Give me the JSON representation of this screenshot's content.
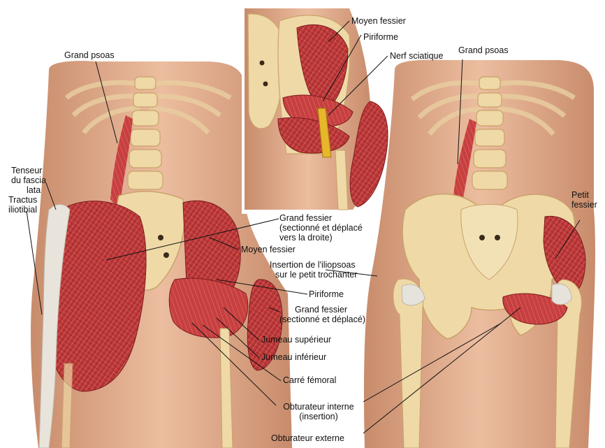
{
  "colors": {
    "skin": "#e6b294",
    "skin_shadow": "#c98d6c",
    "bone": "#efd9a6",
    "bone_shadow": "#cfa86c",
    "muscle": "#c63b3b",
    "muscle_dark": "#8f1f22",
    "tendon": "#e6e2dc",
    "nerve": "#e7b62a",
    "leader": "#111111"
  },
  "labels": {
    "grand_psoas_left": "Grand psoas",
    "grand_psoas_right": "Grand psoas",
    "tenseur_line1": "Tenseur",
    "tenseur_line2": "du fascia",
    "tenseur_line3": "lata",
    "tractus_line1": "Tractus",
    "tractus_line2": "iliotibial",
    "moyen_fessier_top": "Moyen fessier",
    "piriforme_top": "Piriforme",
    "nerf_sciatique": "Nerf sciatique",
    "petit_fessier_line1": "Petit",
    "petit_fessier_line2": "fessier",
    "grand_fessier_line1": "Grand fessier",
    "grand_fessier_line2": "(sectionné et déplacé",
    "grand_fessier_line3": "vers la droite)",
    "moyen_fessier_mid": "Moyen fessier",
    "iliopsoas_line1": "Insertion de l'iliopsoas",
    "iliopsoas_line2": "sur le petit trochanter",
    "piriforme_mid": "Piriforme",
    "grand_fessier2_line1": "Grand fessier",
    "grand_fessier2_line2": "(sectionné et déplacé)",
    "jumeau_superieur": "Jumeau supérieur",
    "jumeau_inferieur": "Jumeau inférieur",
    "carre_femoral": "Carré fémoral",
    "obturateur_interne_line1": "Obturateur interne",
    "obturateur_interne_line2": "(insertion)",
    "obturateur_externe": "Obturateur externe"
  }
}
